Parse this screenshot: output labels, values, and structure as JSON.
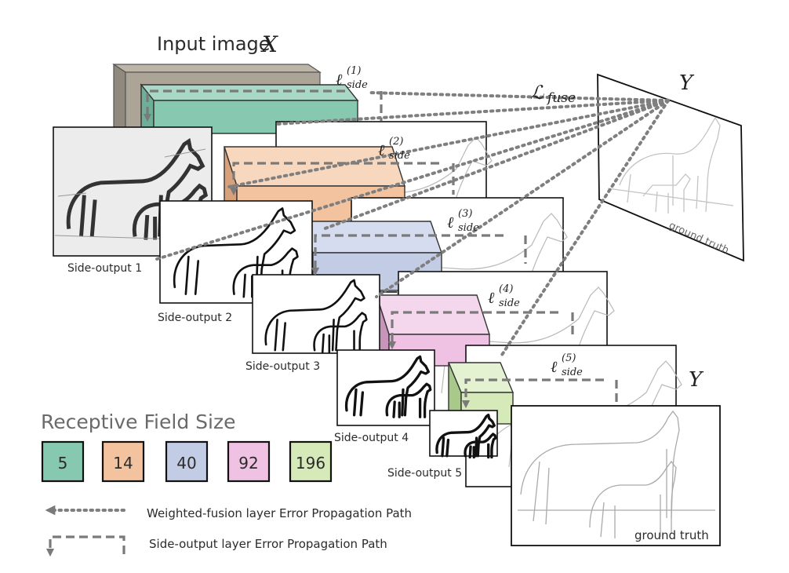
{
  "title": "Input image",
  "title_var": "X",
  "fuse_label": "fuse",
  "target_var": "Y",
  "side_losses": [
    {
      "sup": "(1)",
      "sub": "side"
    },
    {
      "sup": "(2)",
      "sub": "side"
    },
    {
      "sup": "(3)",
      "sub": "side"
    },
    {
      "sup": "(4)",
      "sub": "side"
    },
    {
      "sup": "(5)",
      "sub": "side"
    }
  ],
  "side_outputs": [
    "Side-output 1",
    "Side-output 2",
    "Side-output 3",
    "Side-output 4",
    "Side-output 5"
  ],
  "ground_truth": "ground truth",
  "legend": {
    "title": "Receptive Field Size",
    "items": [
      {
        "value": "5",
        "color": "#87c8b0"
      },
      {
        "value": "14",
        "color": "#f3c3a0"
      },
      {
        "value": "40",
        "color": "#c3cce5"
      },
      {
        "value": "92",
        "color": "#efc1e2"
      },
      {
        "value": "196",
        "color": "#d6eab9"
      }
    ],
    "dotted_path": "Weighted-fusion layer Error Propagation Path",
    "dashed_path": "Side-output layer Error Propagation Path"
  }
}
